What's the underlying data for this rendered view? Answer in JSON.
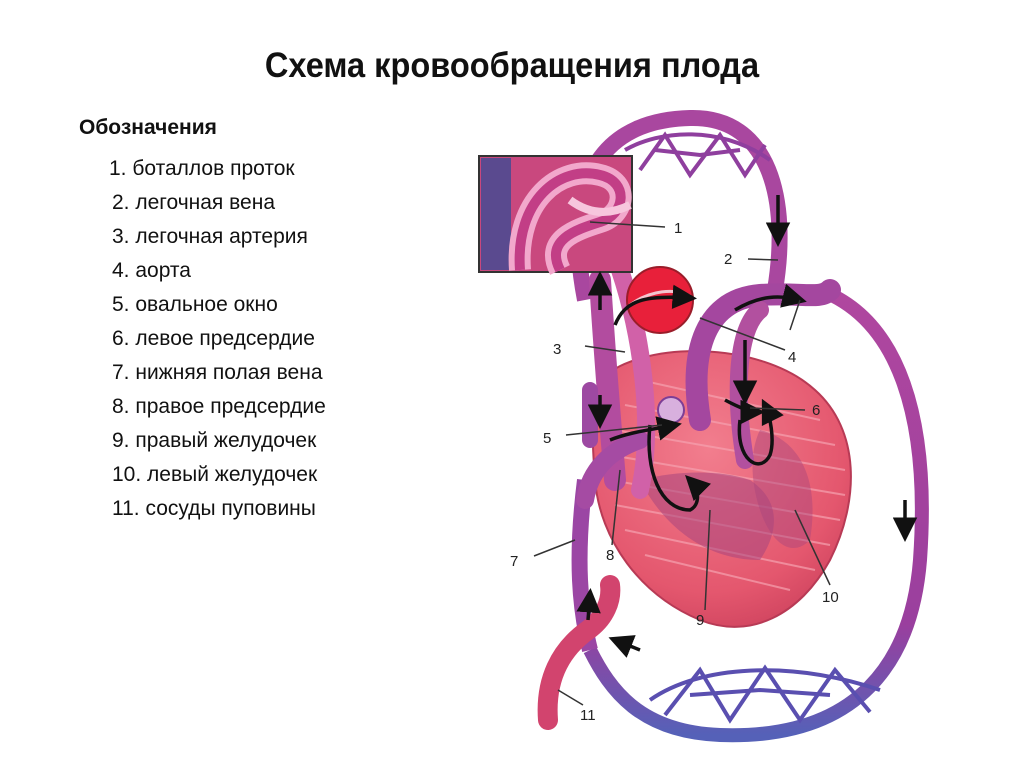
{
  "title": "Схема кровообращения плода",
  "legend": {
    "heading": "Обозначения",
    "items": [
      "1. боталлов проток",
      "2. легочная вена",
      "3. легочная артерия",
      "4. аорта",
      "5. овальное окно",
      "6. левое предсердие",
      "7. нижняя полая вена",
      "8. правое предсердие",
      "9. правый желудочек",
      "10. левый желудочек",
      "11. сосуды пуповины"
    ]
  },
  "callouts": {
    "c1": "1",
    "c2": "2",
    "c3": "3",
    "c4": "4",
    "c5": "5",
    "c6": "6",
    "c7": "7",
    "c8": "8",
    "c9": "9",
    "c10": "10",
    "c11": "11"
  },
  "colors": {
    "vessel_purple": "#a03f9c",
    "vessel_pink": "#d85a9e",
    "vein_blue": "#4b5fb8",
    "heart_red": "#e0506a",
    "ductus_circle": "#e8203a"
  }
}
